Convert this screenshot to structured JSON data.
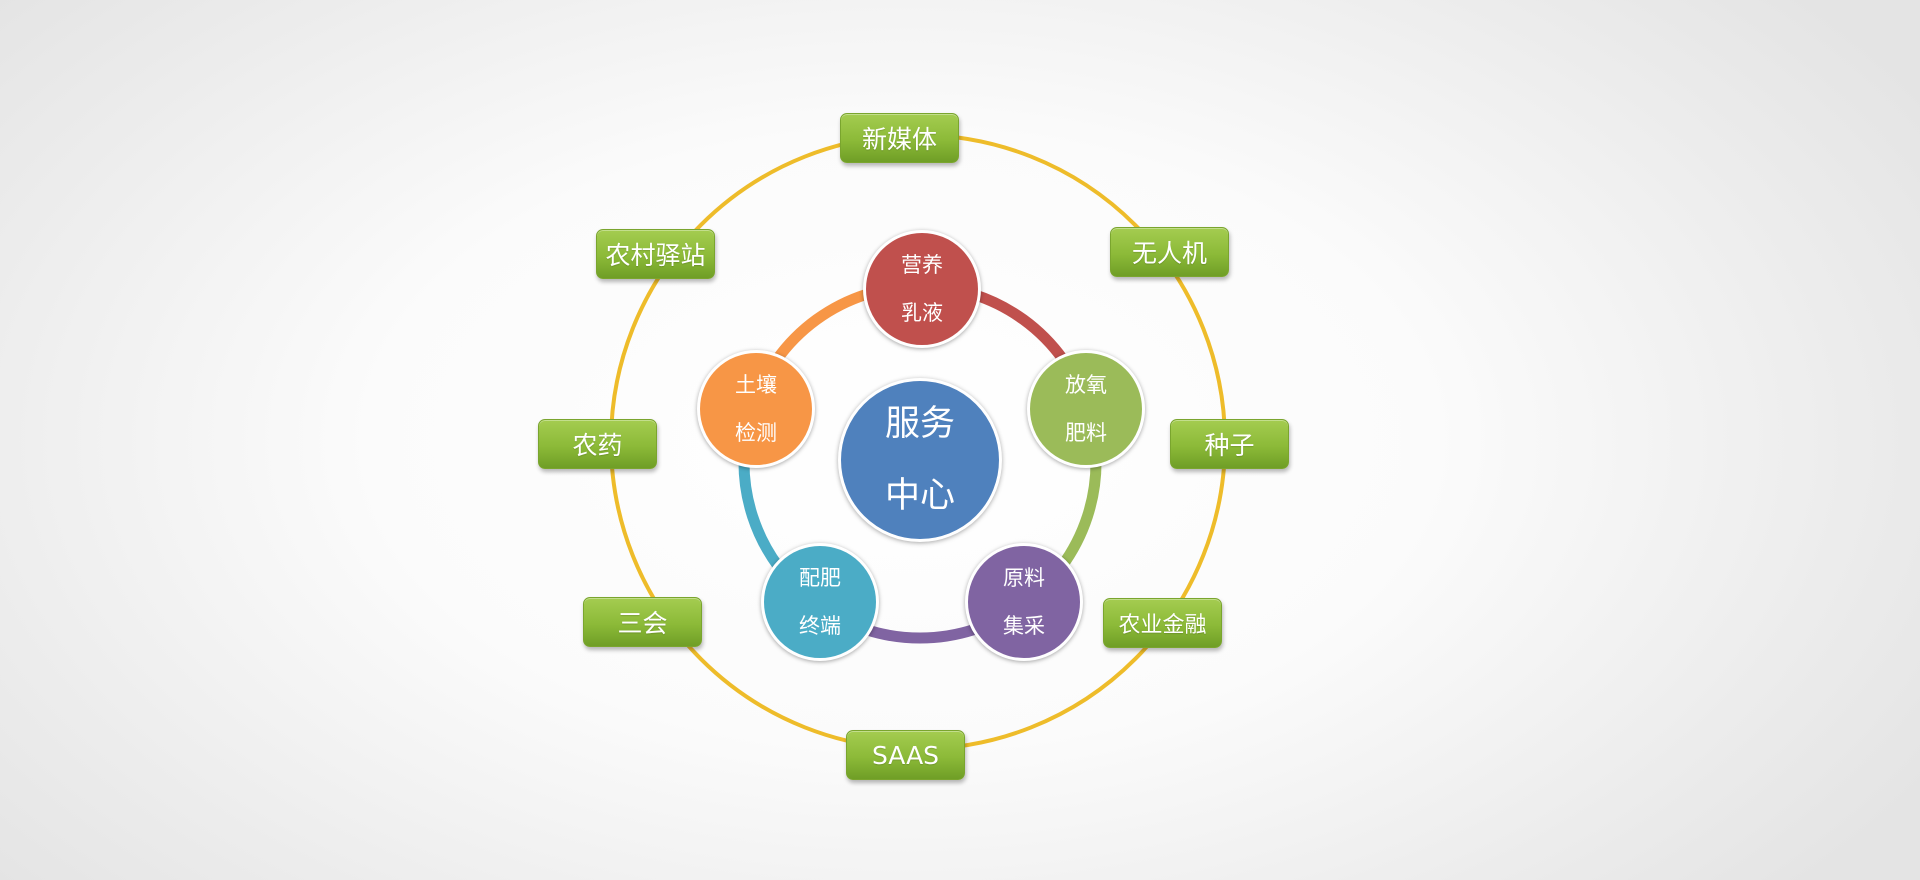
{
  "center": {
    "line1": "服务",
    "line2": "中心",
    "color": "#4f81bd"
  },
  "inner_nodes": [
    {
      "line1": "营养",
      "line2": "乳液",
      "color": "#c0504d"
    },
    {
      "line1": "放氧",
      "line2": "肥料",
      "color": "#9bbb59"
    },
    {
      "line1": "原料",
      "line2": "集采",
      "color": "#8064a2"
    },
    {
      "line1": "配肥",
      "line2": "终端",
      "color": "#4bacc6"
    },
    {
      "line1": "土壤",
      "line2": "检测",
      "color": "#f79646"
    }
  ],
  "outer_tags": [
    {
      "label": "新媒体"
    },
    {
      "label": "无人机"
    },
    {
      "label": "种子"
    },
    {
      "label": "农业金融"
    },
    {
      "label": "SAAS"
    },
    {
      "label": "三会"
    },
    {
      "label": "农药"
    },
    {
      "label": "农村驿站"
    }
  ],
  "colors": {
    "outer_ring": "#eebc2a",
    "tag_green": "#8cba38"
  }
}
